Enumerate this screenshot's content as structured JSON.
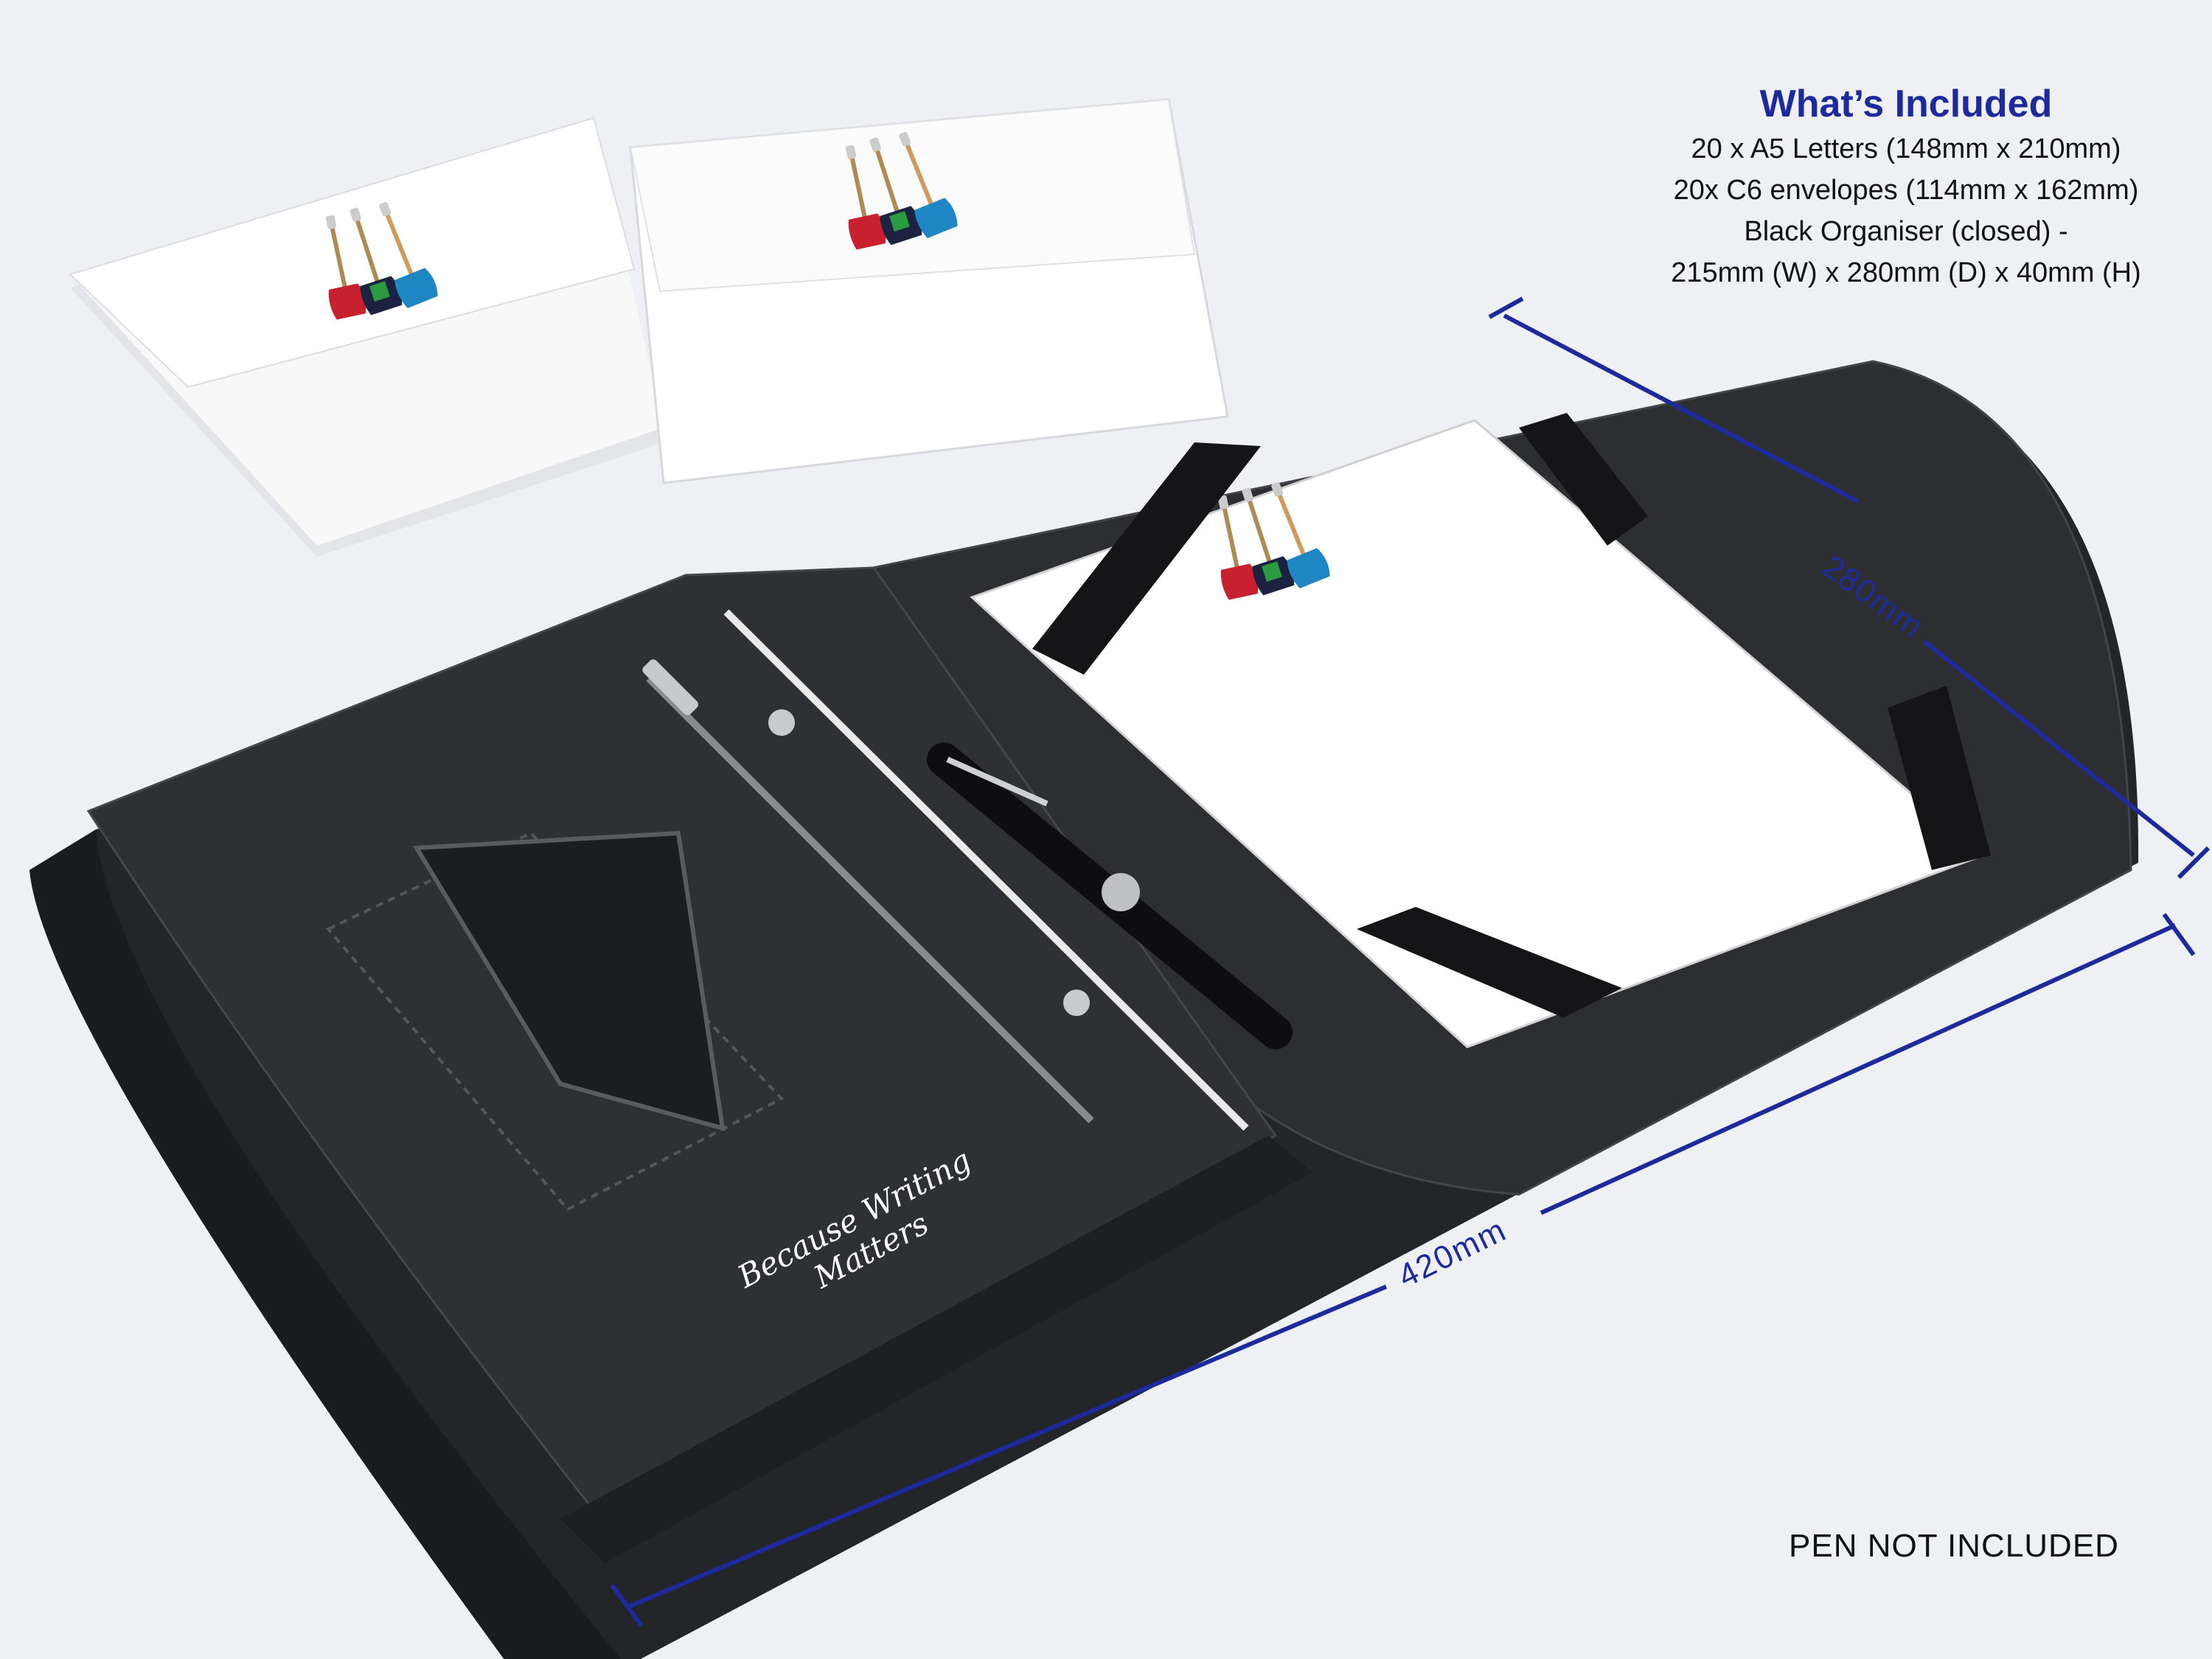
{
  "included": {
    "title": "What’s Included",
    "lines": [
      "20 x A5 Letters (148mm x 210mm)",
      "20x C6 envelopes (114mm x 162mm)",
      "Black Organiser (closed) -",
      "215mm (W) x 280mm (D) x 40mm (H)"
    ]
  },
  "dimensions": {
    "depth": "280mm",
    "width": "420mm"
  },
  "organiser": {
    "script_text": "Because Writing Matters"
  },
  "note": "PEN NOT INCLUDED",
  "colors": {
    "background": "#eef0f3",
    "organiser_black": "#2b2c2f",
    "dimension_blue": "#1d2a9e",
    "guitar_red": "#c8202f",
    "guitar_green": "#2a9b3e",
    "guitar_blue": "#1f86c4"
  }
}
